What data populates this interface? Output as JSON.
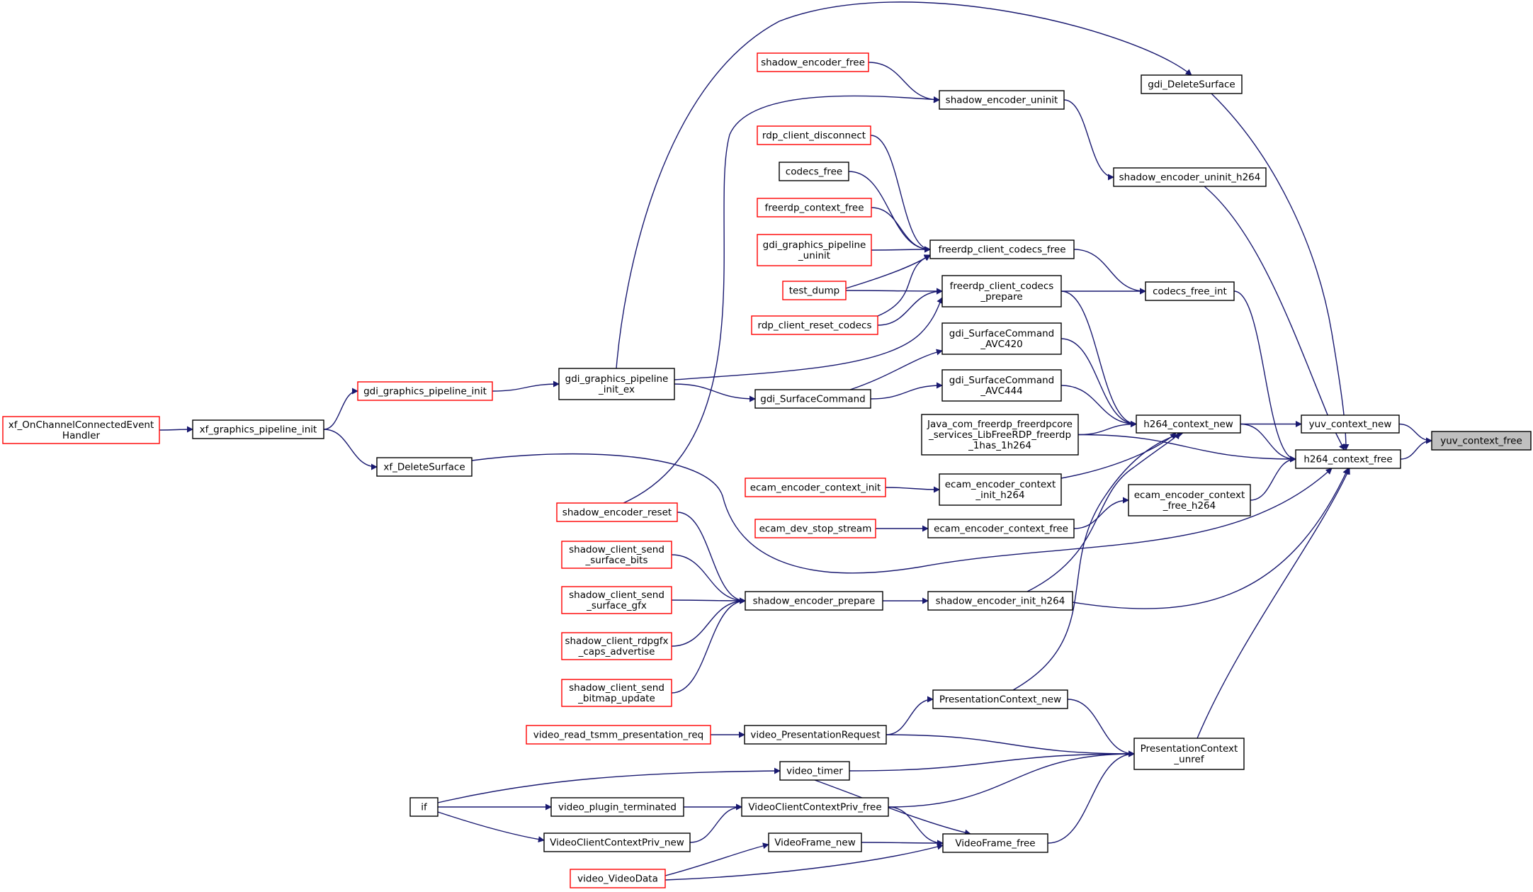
{
  "colors": {
    "edge": "#191970",
    "node_border_normal": "#000000",
    "node_border_truncated": "#ff0000",
    "node_fill": "#ffffff",
    "root_fill": "#bfbfbf"
  },
  "graph": {
    "nodes": [
      {
        "id": "yuv_context_free",
        "lines": [
          "yuv_context_free"
        ],
        "kind": "root"
      },
      {
        "id": "yuv_context_new",
        "lines": [
          "yuv_context_new"
        ],
        "kind": "normal"
      },
      {
        "id": "h264_context_free",
        "lines": [
          "h264_context_free"
        ],
        "kind": "normal"
      },
      {
        "id": "h264_context_new",
        "lines": [
          "h264_context_new"
        ],
        "kind": "normal"
      },
      {
        "id": "gdi_DeleteSurface",
        "lines": [
          "gdi_DeleteSurface"
        ],
        "kind": "normal"
      },
      {
        "id": "shadow_encoder_uninit_h264",
        "lines": [
          "shadow_encoder_uninit_h264"
        ],
        "kind": "normal"
      },
      {
        "id": "codecs_free_int",
        "lines": [
          "codecs_free_int"
        ],
        "kind": "normal"
      },
      {
        "id": "ecam_encoder_context_free_h264",
        "lines": [
          "ecam_encoder_context",
          "_free_h264"
        ],
        "kind": "normal"
      },
      {
        "id": "PresentationContext_unref",
        "lines": [
          "PresentationContext",
          "_unref"
        ],
        "kind": "normal"
      },
      {
        "id": "shadow_encoder_free",
        "lines": [
          "shadow_encoder_free"
        ],
        "kind": "truncated"
      },
      {
        "id": "shadow_encoder_uninit",
        "lines": [
          "shadow_encoder_uninit"
        ],
        "kind": "normal"
      },
      {
        "id": "rdp_client_disconnect",
        "lines": [
          "rdp_client_disconnect"
        ],
        "kind": "truncated"
      },
      {
        "id": "codecs_free",
        "lines": [
          "codecs_free"
        ],
        "kind": "normal"
      },
      {
        "id": "freerdp_context_free",
        "lines": [
          "freerdp_context_free"
        ],
        "kind": "truncated"
      },
      {
        "id": "gdi_graphics_pipeline_uninit",
        "lines": [
          "gdi_graphics_pipeline",
          "_uninit"
        ],
        "kind": "truncated"
      },
      {
        "id": "freerdp_client_codecs_free",
        "lines": [
          "freerdp_client_codecs_free"
        ],
        "kind": "normal"
      },
      {
        "id": "test_dump",
        "lines": [
          "test_dump"
        ],
        "kind": "truncated"
      },
      {
        "id": "freerdp_client_codecs_prepare",
        "lines": [
          "freerdp_client_codecs",
          "_prepare"
        ],
        "kind": "normal"
      },
      {
        "id": "rdp_client_reset_codecs",
        "lines": [
          "rdp_client_reset_codecs"
        ],
        "kind": "truncated"
      },
      {
        "id": "gdi_SurfaceCommand_AVC420",
        "lines": [
          "gdi_SurfaceCommand",
          "_AVC420"
        ],
        "kind": "normal"
      },
      {
        "id": "gdi_SurfaceCommand_AVC444",
        "lines": [
          "gdi_SurfaceCommand",
          "_AVC444"
        ],
        "kind": "normal"
      },
      {
        "id": "gdi_SurfaceCommand",
        "lines": [
          "gdi_SurfaceCommand"
        ],
        "kind": "normal"
      },
      {
        "id": "gdi_graphics_pipeline_init_ex",
        "lines": [
          "gdi_graphics_pipeline",
          "_init_ex"
        ],
        "kind": "normal"
      },
      {
        "id": "gdi_graphics_pipeline_init",
        "lines": [
          "gdi_graphics_pipeline_init"
        ],
        "kind": "truncated"
      },
      {
        "id": "xf_graphics_pipeline_init",
        "lines": [
          "xf_graphics_pipeline_init"
        ],
        "kind": "normal"
      },
      {
        "id": "xf_OnChannelConnectedEventHandler",
        "lines": [
          "xf_OnChannelConnectedEvent",
          "Handler"
        ],
        "kind": "truncated"
      },
      {
        "id": "xf_DeleteSurface",
        "lines": [
          "xf_DeleteSurface"
        ],
        "kind": "normal"
      },
      {
        "id": "Java_com_freerdp",
        "lines": [
          "Java_com_freerdp_freerdpcore",
          "_services_LibFreeRDP_freerdp",
          "_1has_1h264"
        ],
        "kind": "normal"
      },
      {
        "id": "ecam_encoder_context_init_h264",
        "lines": [
          "ecam_encoder_context",
          "_init_h264"
        ],
        "kind": "normal"
      },
      {
        "id": "ecam_encoder_context_init",
        "lines": [
          "ecam_encoder_context_init"
        ],
        "kind": "truncated"
      },
      {
        "id": "ecam_encoder_context_free",
        "lines": [
          "ecam_encoder_context_free"
        ],
        "kind": "normal"
      },
      {
        "id": "ecam_dev_stop_stream",
        "lines": [
          "ecam_dev_stop_stream"
        ],
        "kind": "truncated"
      },
      {
        "id": "shadow_encoder_reset",
        "lines": [
          "shadow_encoder_reset"
        ],
        "kind": "truncated"
      },
      {
        "id": "shadow_client_send_surface_bits",
        "lines": [
          "shadow_client_send",
          "_surface_bits"
        ],
        "kind": "truncated"
      },
      {
        "id": "shadow_client_send_surface_gfx",
        "lines": [
          "shadow_client_send",
          "_surface_gfx"
        ],
        "kind": "truncated"
      },
      {
        "id": "shadow_client_rdpgfx_caps_advertise",
        "lines": [
          "shadow_client_rdpgfx",
          "_caps_advertise"
        ],
        "kind": "truncated"
      },
      {
        "id": "shadow_client_send_bitmap_update",
        "lines": [
          "shadow_client_send",
          "_bitmap_update"
        ],
        "kind": "truncated"
      },
      {
        "id": "shadow_encoder_prepare",
        "lines": [
          "shadow_encoder_prepare"
        ],
        "kind": "normal"
      },
      {
        "id": "shadow_encoder_init_h264",
        "lines": [
          "shadow_encoder_init_h264"
        ],
        "kind": "normal"
      },
      {
        "id": "PresentationContext_new",
        "lines": [
          "PresentationContext_new"
        ],
        "kind": "normal"
      },
      {
        "id": "video_read_tsmm_presentation_req",
        "lines": [
          "video_read_tsmm_presentation_req"
        ],
        "kind": "truncated"
      },
      {
        "id": "video_PresentationRequest",
        "lines": [
          "video_PresentationRequest"
        ],
        "kind": "normal"
      },
      {
        "id": "video_timer",
        "lines": [
          "video_timer"
        ],
        "kind": "normal"
      },
      {
        "id": "if",
        "lines": [
          "if"
        ],
        "kind": "normal"
      },
      {
        "id": "video_plugin_terminated",
        "lines": [
          "video_plugin_terminated"
        ],
        "kind": "normal"
      },
      {
        "id": "VideoClientContextPriv_free",
        "lines": [
          "VideoClientContextPriv_free"
        ],
        "kind": "normal"
      },
      {
        "id": "VideoClientContextPriv_new",
        "lines": [
          "VideoClientContextPriv_new"
        ],
        "kind": "normal"
      },
      {
        "id": "VideoFrame_new",
        "lines": [
          "VideoFrame_new"
        ],
        "kind": "normal"
      },
      {
        "id": "VideoFrame_free",
        "lines": [
          "VideoFrame_free"
        ],
        "kind": "normal"
      },
      {
        "id": "video_VideoData",
        "lines": [
          "video_VideoData"
        ],
        "kind": "truncated"
      }
    ],
    "edges": [
      {
        "from": "yuv_context_new",
        "to": "yuv_context_free"
      },
      {
        "from": "h264_context_free",
        "to": "yuv_context_free"
      },
      {
        "from": "h264_context_new",
        "to": "yuv_context_new"
      },
      {
        "from": "h264_context_new",
        "to": "h264_context_free"
      },
      {
        "from": "gdi_DeleteSurface",
        "to": "h264_context_free"
      },
      {
        "from": "shadow_encoder_uninit_h264",
        "to": "h264_context_free"
      },
      {
        "from": "codecs_free_int",
        "to": "h264_context_free"
      },
      {
        "from": "ecam_encoder_context_free_h264",
        "to": "h264_context_free"
      },
      {
        "from": "PresentationContext_unref",
        "to": "h264_context_free"
      },
      {
        "from": "Java_com_freerdp",
        "to": "h264_context_free"
      },
      {
        "from": "xf_DeleteSurface",
        "to": "h264_context_free"
      },
      {
        "from": "shadow_encoder_init_h264",
        "to": "h264_context_free"
      },
      {
        "from": "freerdp_client_codecs_prepare",
        "to": "h264_context_new"
      },
      {
        "from": "gdi_SurfaceCommand_AVC420",
        "to": "h264_context_new"
      },
      {
        "from": "gdi_SurfaceCommand_AVC444",
        "to": "h264_context_new"
      },
      {
        "from": "Java_com_freerdp",
        "to": "h264_context_new"
      },
      {
        "from": "ecam_encoder_context_init_h264",
        "to": "h264_context_new"
      },
      {
        "from": "shadow_encoder_init_h264",
        "to": "h264_context_new"
      },
      {
        "from": "PresentationContext_new",
        "to": "h264_context_new"
      },
      {
        "from": "gdi_graphics_pipeline_init_ex",
        "to": "gdi_DeleteSurface"
      },
      {
        "from": "shadow_encoder_uninit",
        "to": "shadow_encoder_uninit_h264"
      },
      {
        "from": "shadow_encoder_free",
        "to": "shadow_encoder_uninit"
      },
      {
        "from": "shadow_encoder_reset",
        "to": "shadow_encoder_uninit"
      },
      {
        "from": "freerdp_client_codecs_free",
        "to": "codecs_free_int"
      },
      {
        "from": "freerdp_client_codecs_prepare",
        "to": "codecs_free_int"
      },
      {
        "from": "rdp_client_disconnect",
        "to": "freerdp_client_codecs_free"
      },
      {
        "from": "codecs_free",
        "to": "freerdp_client_codecs_free"
      },
      {
        "from": "freerdp_context_free",
        "to": "freerdp_client_codecs_free"
      },
      {
        "from": "gdi_graphics_pipeline_uninit",
        "to": "freerdp_client_codecs_free"
      },
      {
        "from": "test_dump",
        "to": "freerdp_client_codecs_free"
      },
      {
        "from": "rdp_client_reset_codecs",
        "to": "freerdp_client_codecs_free"
      },
      {
        "from": "test_dump",
        "to": "freerdp_client_codecs_prepare"
      },
      {
        "from": "rdp_client_reset_codecs",
        "to": "freerdp_client_codecs_prepare"
      },
      {
        "from": "gdi_SurfaceCommand",
        "to": "gdi_SurfaceCommand_AVC420"
      },
      {
        "from": "gdi_SurfaceCommand",
        "to": "gdi_SurfaceCommand_AVC444"
      },
      {
        "from": "gdi_graphics_pipeline_init_ex",
        "to": "freerdp_client_codecs_prepare"
      },
      {
        "from": "gdi_graphics_pipeline_init_ex",
        "to": "gdi_SurfaceCommand"
      },
      {
        "from": "gdi_graphics_pipeline_init",
        "to": "gdi_graphics_pipeline_init_ex"
      },
      {
        "from": "xf_graphics_pipeline_init",
        "to": "gdi_graphics_pipeline_init"
      },
      {
        "from": "xf_graphics_pipeline_init",
        "to": "xf_DeleteSurface"
      },
      {
        "from": "xf_OnChannelConnectedEventHandler",
        "to": "xf_graphics_pipeline_init"
      },
      {
        "from": "ecam_encoder_context_init",
        "to": "ecam_encoder_context_init_h264"
      },
      {
        "from": "ecam_encoder_context_free",
        "to": "ecam_encoder_context_free_h264"
      },
      {
        "from": "ecam_dev_stop_stream",
        "to": "ecam_encoder_context_free"
      },
      {
        "from": "shadow_encoder_reset",
        "to": "shadow_encoder_prepare"
      },
      {
        "from": "shadow_client_send_surface_bits",
        "to": "shadow_encoder_prepare"
      },
      {
        "from": "shadow_client_send_surface_gfx",
        "to": "shadow_encoder_prepare"
      },
      {
        "from": "shadow_client_rdpgfx_caps_advertise",
        "to": "shadow_encoder_prepare"
      },
      {
        "from": "shadow_client_send_bitmap_update",
        "to": "shadow_encoder_prepare"
      },
      {
        "from": "shadow_encoder_prepare",
        "to": "shadow_encoder_init_h264"
      },
      {
        "from": "video_PresentationRequest",
        "to": "PresentationContext_new"
      },
      {
        "from": "video_PresentationRequest",
        "to": "PresentationContext_unref"
      },
      {
        "from": "video_read_tsmm_presentation_req",
        "to": "video_PresentationRequest"
      },
      {
        "from": "video_timer",
        "to": "PresentationContext_unref"
      },
      {
        "from": "VideoClientContextPriv_free",
        "to": "PresentationContext_unref"
      },
      {
        "from": "VideoFrame_free",
        "to": "PresentationContext_unref"
      },
      {
        "from": "PresentationContext_new",
        "to": "PresentationContext_unref"
      },
      {
        "from": "if",
        "to": "video_timer"
      },
      {
        "from": "if",
        "to": "video_plugin_terminated"
      },
      {
        "from": "if",
        "to": "VideoClientContextPriv_new"
      },
      {
        "from": "video_plugin_terminated",
        "to": "VideoClientContextPriv_free"
      },
      {
        "from": "VideoClientContextPriv_new",
        "to": "VideoClientContextPriv_free"
      },
      {
        "from": "video_timer",
        "to": "VideoFrame_free"
      },
      {
        "from": "VideoClientContextPriv_free",
        "to": "VideoFrame_free"
      },
      {
        "from": "VideoFrame_new",
        "to": "VideoFrame_free"
      },
      {
        "from": "video_VideoData",
        "to": "VideoFrame_free"
      },
      {
        "from": "video_VideoData",
        "to": "VideoFrame_new"
      }
    ]
  }
}
